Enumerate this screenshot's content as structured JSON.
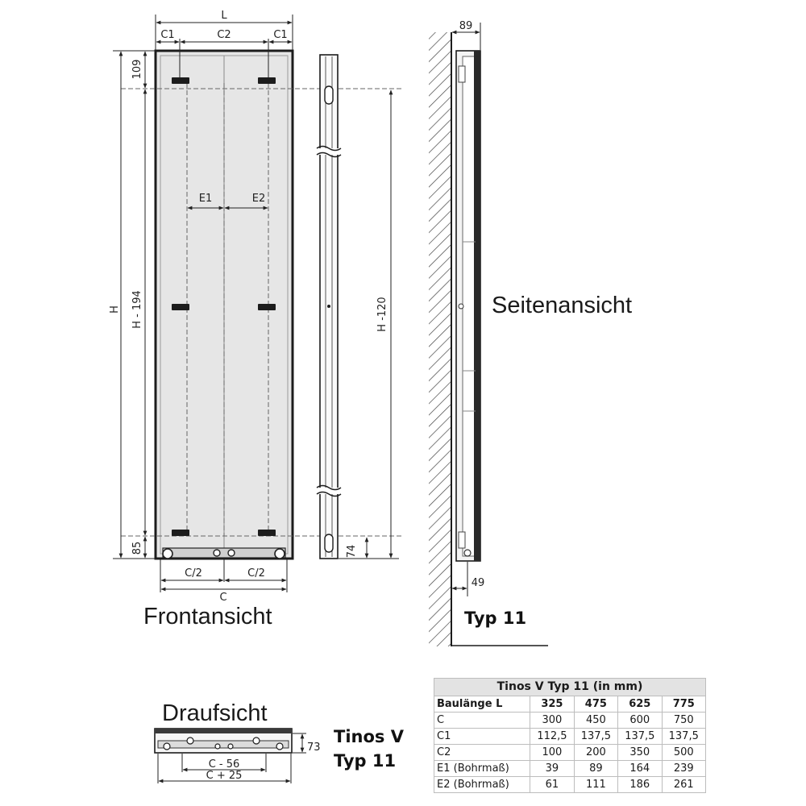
{
  "front_view": {
    "title": "Frontansicht",
    "dim_L": "L",
    "dim_C1_left": "C1",
    "dim_C2": "C2",
    "dim_C1_right": "C1",
    "dim_109": "109",
    "dim_H": "H",
    "dim_H_194": "H - 194",
    "dim_85": "85",
    "dim_E1": "E1",
    "dim_E2": "E2",
    "dim_C_half_left": "C/2",
    "dim_C_half_right": "C/2",
    "dim_C": "C"
  },
  "profile_view": {
    "dim_H_120": "H -120",
    "dim_74": "74"
  },
  "side_view": {
    "title": "Seitenansicht",
    "dim_89": "89",
    "dim_49": "49",
    "type_label": "Typ 11"
  },
  "top_view": {
    "title": "Draufsicht",
    "dim_73": "73",
    "dim_C_56": "C - 56",
    "dim_C_25": "C + 25",
    "product_line1": "Tinos V",
    "product_line2": "Typ 11"
  },
  "table": {
    "caption": "Tinos V Typ 11 (in mm)",
    "header_label": "Baulänge L",
    "columns": [
      "325",
      "475",
      "625",
      "775"
    ],
    "rows": [
      {
        "label": "C",
        "values": [
          "300",
          "450",
          "600",
          "750"
        ]
      },
      {
        "label": "C1",
        "values": [
          "112,5",
          "137,5",
          "137,5",
          "137,5"
        ]
      },
      {
        "label": "C2",
        "values": [
          "100",
          "200",
          "350",
          "500"
        ]
      },
      {
        "label": "E1 (Bohrmaß)",
        "values": [
          "39",
          "89",
          "164",
          "239"
        ]
      },
      {
        "label": "E2 (Bohrmaß)",
        "values": [
          "61",
          "111",
          "186",
          "261"
        ]
      }
    ]
  }
}
